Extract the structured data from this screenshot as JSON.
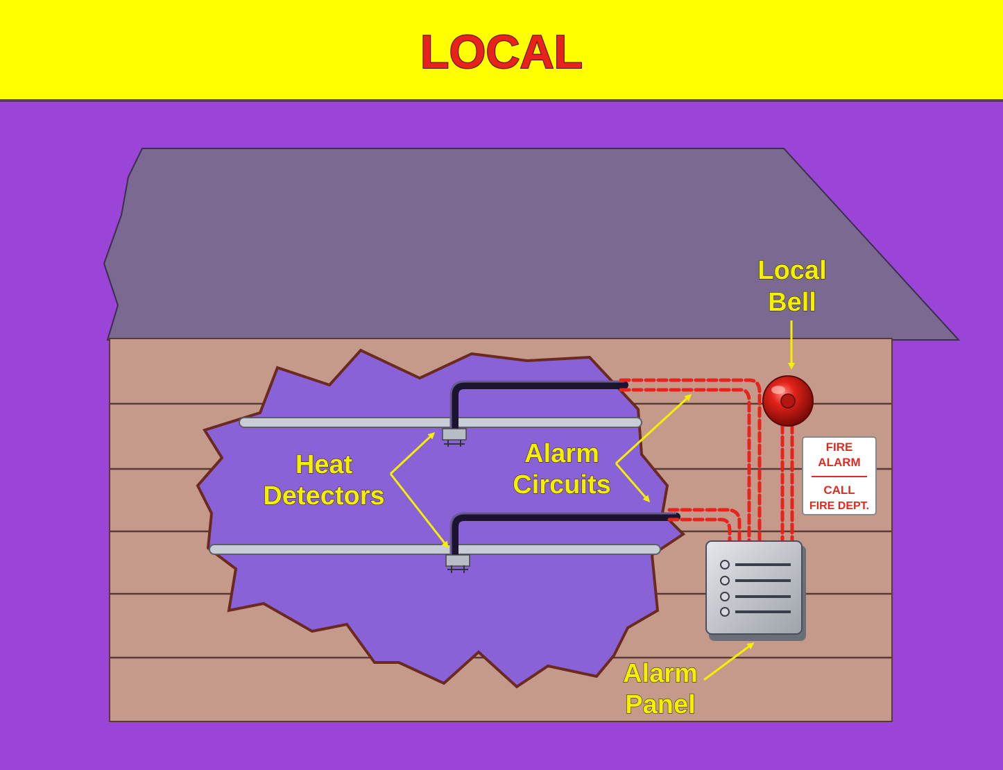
{
  "title": "LOCAL",
  "labels": {
    "local_bell_line1": "Local",
    "local_bell_line2": "Bell",
    "heat_line1": "Heat",
    "heat_line2": "Detectors",
    "alarm_circuits_line1": "Alarm",
    "alarm_circuits_line2": "Circuits",
    "alarm_panel_line1": "Alarm",
    "alarm_panel_line2": "Panel"
  },
  "sign": {
    "line1": "FIRE",
    "line2": "ALARM",
    "line3": "CALL",
    "line4": "FIRE DEPT."
  },
  "colors": {
    "header_bg": "#ffff00",
    "background": "#9b45d8",
    "roof": "#7a6a92",
    "wall": "#c59a8a",
    "cutaway": "#8a62d8",
    "circuit": "#e6231c",
    "label": "#f5f000"
  }
}
